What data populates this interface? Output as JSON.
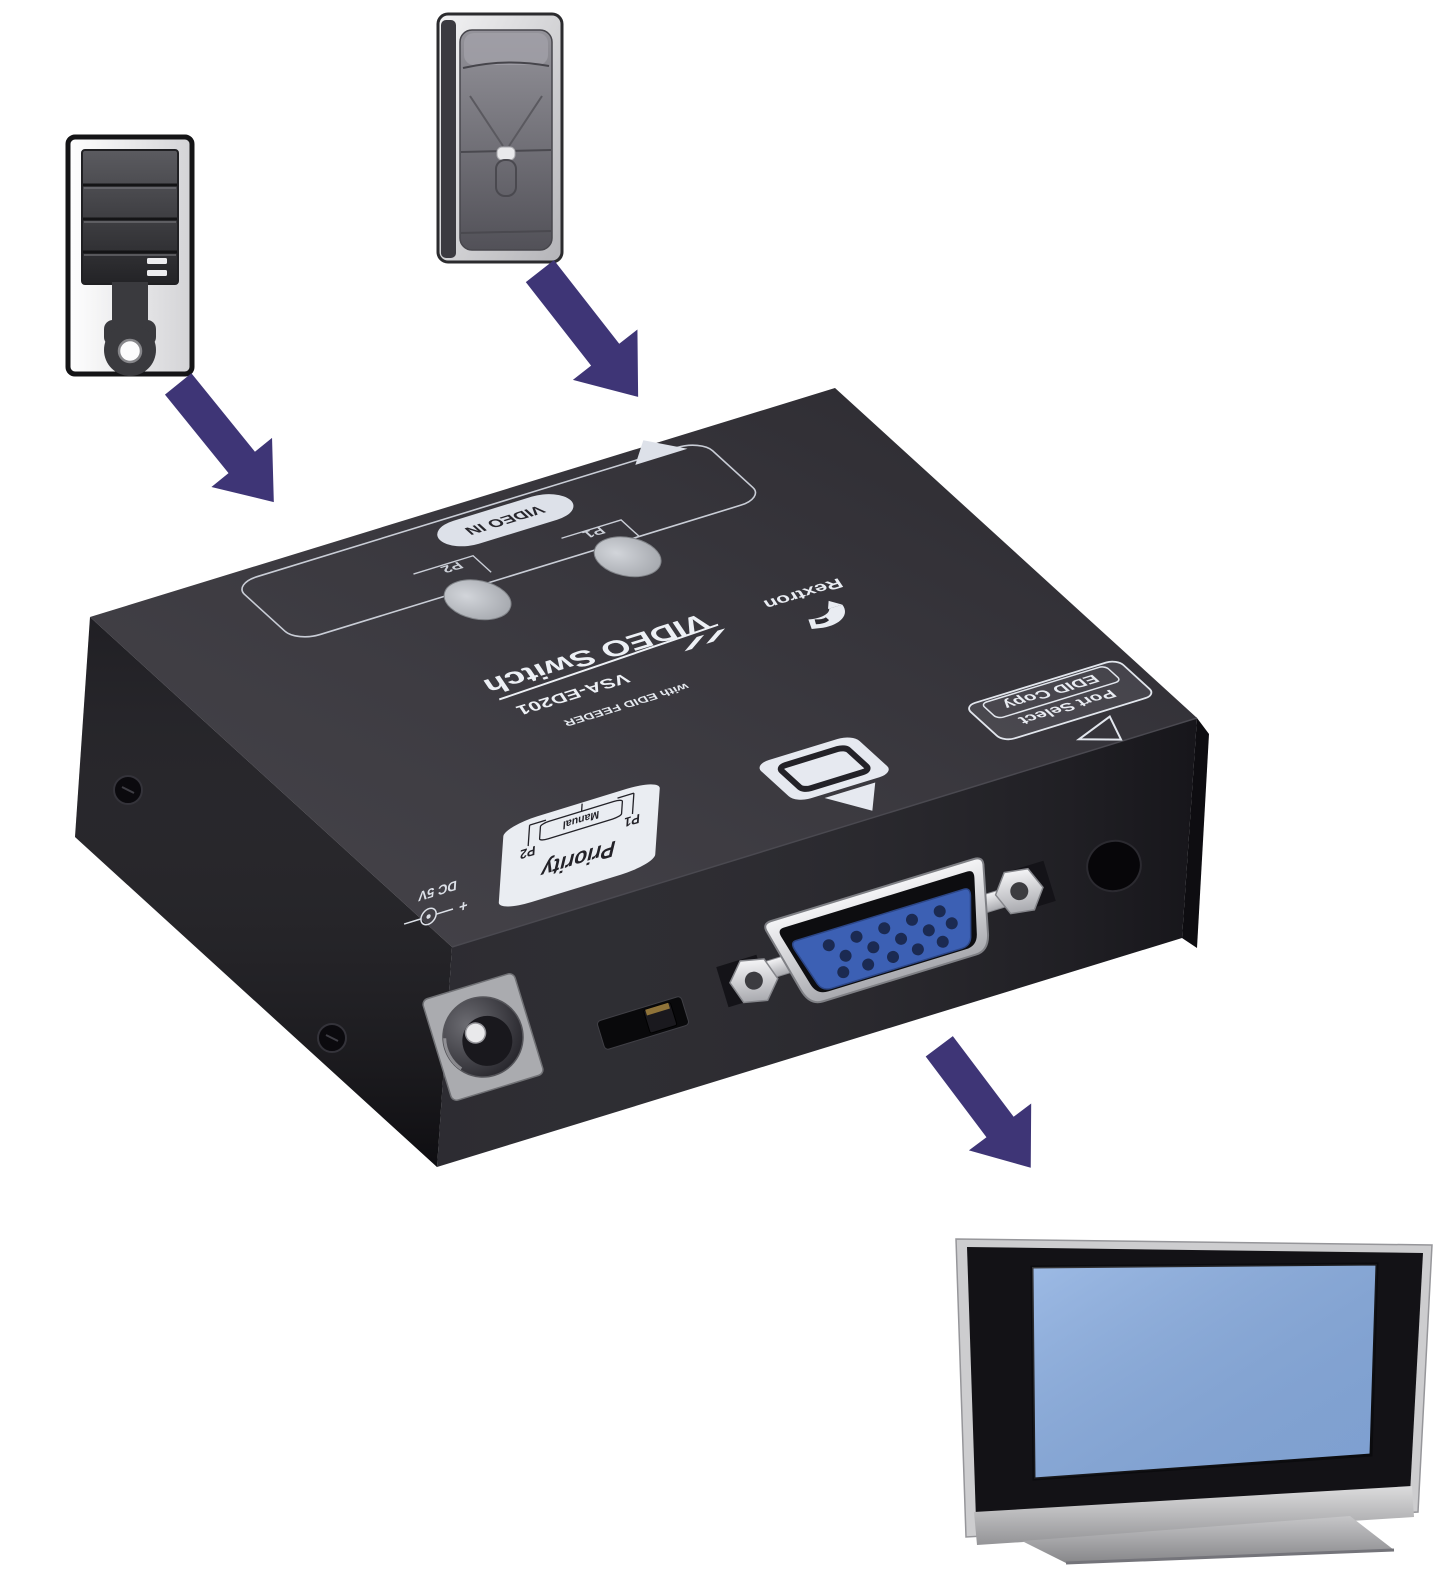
{
  "scene": {
    "background": "#ffffff",
    "arrow_color": "#3e3576"
  },
  "input_devices": {
    "computer_a_icon": "desktop-tower-computer",
    "computer_b_icon": "slim-desktop-computer"
  },
  "output_device": {
    "icon": "flat-panel-display",
    "screen_color": "#87abdf"
  },
  "switch_device": {
    "brand": "Rextron",
    "product_name": "VIDEO Switch",
    "model": "VSA-ED201",
    "tagline": "with EDID FEEDER",
    "top_labels": {
      "video_in": "VIDEO IN",
      "port1": "P1",
      "port2": "P2",
      "port_select": "Port Select",
      "edid_copy": "EDID Copy"
    },
    "front_labels": {
      "priority": "Priority",
      "priority_p1": "P1",
      "priority_p2": "P2",
      "manual": "Manual",
      "polarity_plus": "+",
      "power": "DC 5V"
    },
    "colors": {
      "top_face": "#312f36",
      "front_face": "#1d1c22",
      "side_face": "#141318",
      "right_edge": "#0e0d11",
      "vga_blue": "#3c60b4"
    }
  }
}
